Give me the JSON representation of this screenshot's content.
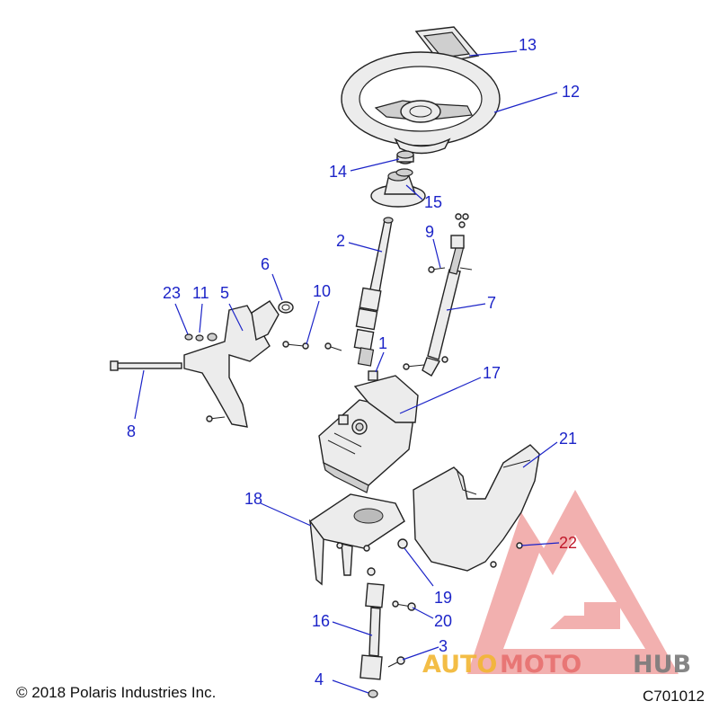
{
  "diagram": {
    "callouts": [
      {
        "id": "c1",
        "text": "1"
      },
      {
        "id": "c2",
        "text": "2"
      },
      {
        "id": "c3",
        "text": "3"
      },
      {
        "id": "c4",
        "text": "4"
      },
      {
        "id": "c5",
        "text": "5"
      },
      {
        "id": "c6",
        "text": "6"
      },
      {
        "id": "c7",
        "text": "7"
      },
      {
        "id": "c8",
        "text": "8"
      },
      {
        "id": "c9",
        "text": "9"
      },
      {
        "id": "c10",
        "text": "10"
      },
      {
        "id": "c11",
        "text": "11"
      },
      {
        "id": "c12",
        "text": "12"
      },
      {
        "id": "c13",
        "text": "13"
      },
      {
        "id": "c14",
        "text": "14"
      },
      {
        "id": "c15",
        "text": "15"
      },
      {
        "id": "c16",
        "text": "16"
      },
      {
        "id": "c17",
        "text": "17"
      },
      {
        "id": "c18",
        "text": "18"
      },
      {
        "id": "c19",
        "text": "19"
      },
      {
        "id": "c20",
        "text": "20"
      },
      {
        "id": "c21",
        "text": "21"
      },
      {
        "id": "c22",
        "text": "22"
      },
      {
        "id": "c23",
        "text": "23"
      }
    ],
    "copyright": "© 2018 Polaris Industries Inc.",
    "drawing_code": "C701012"
  },
  "watermark": {
    "text_auto": "AUTO",
    "text_moto": "MOTO",
    "text_hub": "HUB",
    "colors": {
      "triangle": "#e8706f",
      "auto": "#f2b632",
      "moto": "#e8706f",
      "hub": "#7a7a7a"
    }
  },
  "colors": {
    "callout": "#1c24c8",
    "callout_highlight": "#c0182a"
  }
}
